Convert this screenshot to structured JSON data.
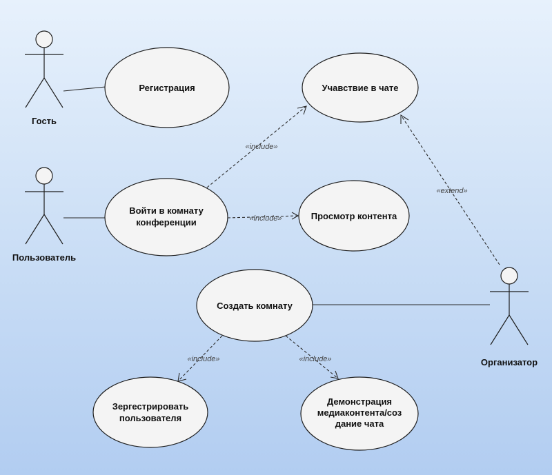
{
  "actors": {
    "guest": "Гость",
    "user": "Пользователь",
    "organizer": "Организатор"
  },
  "use_cases": {
    "registration": [
      "Регистрация"
    ],
    "chat_participation": [
      "Учавствие в чате"
    ],
    "enter_conference_room": [
      "Войти в комнату",
      "конференции"
    ],
    "view_content": [
      "Просмотр контента"
    ],
    "create_room": [
      "Создать комнату"
    ],
    "register_user": [
      "Зергестрировать",
      "пользователя"
    ],
    "media_demo": [
      "Демонстрация",
      "медиаконтента/соз",
      "дание чата"
    ]
  },
  "relations": {
    "include": "«include»",
    "extend": "«extend»"
  },
  "colors": {
    "background_top": "#e7f1fc",
    "background_bottom": "#b2cdf1",
    "ellipse_fill": "#f4f4f4",
    "line": "#1e1e1e"
  }
}
